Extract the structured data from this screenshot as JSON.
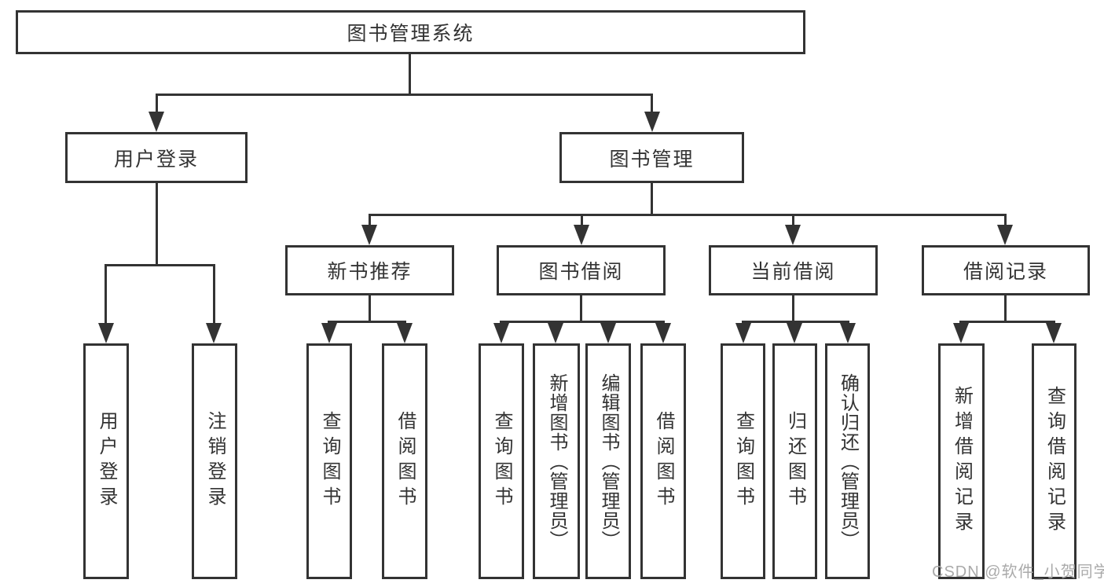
{
  "page": {
    "background": "#ffffff",
    "line_color": "#333333"
  },
  "boxes": {
    "root": "图书管理系统",
    "user_login": "用户登录",
    "book_mgmt": "图书管理",
    "new_book_rec": "新书推荐",
    "book_borrow": "图书借阅",
    "current_borrow": "当前借阅",
    "borrow_record": "借阅记录",
    "leaf_user_login": "用户登录",
    "leaf_logout": "注销登录",
    "leaf_nbr_query": "查询图书",
    "leaf_nbr_borrow": "借阅图书",
    "leaf_bb_query": "查询图书",
    "leaf_bb_add": "新增图书（管理员）",
    "leaf_bb_edit": "编辑图书（管理员）",
    "leaf_bb_borrow": "借阅图书",
    "leaf_cb_query": "查询图书",
    "leaf_cb_return": "归还图书",
    "leaf_cb_confirm": "确认归还（管理员）",
    "leaf_br_add": "新增借阅记录",
    "leaf_br_query": "查询借阅记录"
  },
  "hierarchy": {
    "图书管理系统": [
      "用户登录",
      "图书管理"
    ],
    "用户登录": [
      "用户登录",
      "注销登录"
    ],
    "图书管理": [
      "新书推荐",
      "图书借阅",
      "当前借阅",
      "借阅记录"
    ],
    "新书推荐": [
      "查询图书",
      "借阅图书"
    ],
    "图书借阅": [
      "查询图书",
      "新增图书（管理员）",
      "编辑图书（管理员）",
      "借阅图书"
    ],
    "当前借阅": [
      "查询图书",
      "归还图书",
      "确认归还（管理员）"
    ],
    "借阅记录": [
      "新增借阅记录",
      "查询借阅记录"
    ]
  },
  "watermark": {
    "text": "CSDN @软件_小贺同学",
    "color": "#aaaaaa"
  }
}
